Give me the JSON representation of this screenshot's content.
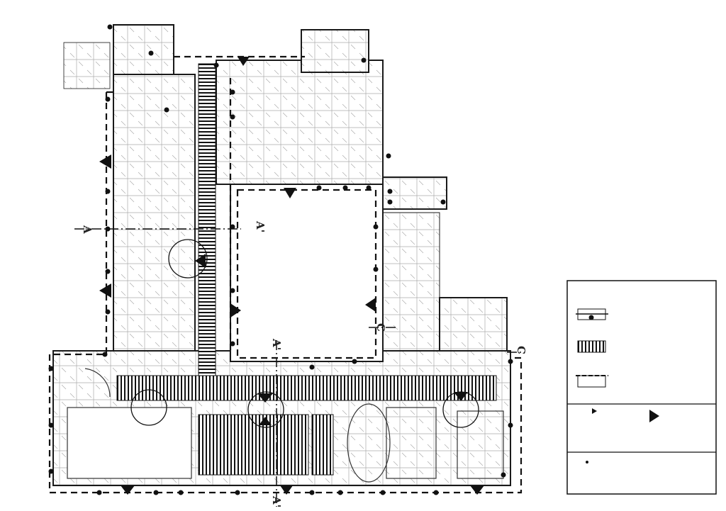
{
  "drawing": {
    "type": "architectural floor plan",
    "section_marks": [
      "A",
      "A'",
      "A'",
      "A'",
      "C",
      "C"
    ]
  },
  "legend": {
    "rows": [
      {
        "symbol": "wall-with-point-icon"
      },
      {
        "symbol": "hatched-stair-icon"
      },
      {
        "symbol": "dashed-line-icon"
      },
      {
        "symbol": "triangle-small-icon"
      },
      {
        "symbol": "triangle-large-icon"
      },
      {
        "symbol": "dot-icon"
      }
    ]
  },
  "colors": {
    "ink": "#1a1a1a",
    "paper": "#ffffff",
    "faint": "#8a8a8a"
  }
}
